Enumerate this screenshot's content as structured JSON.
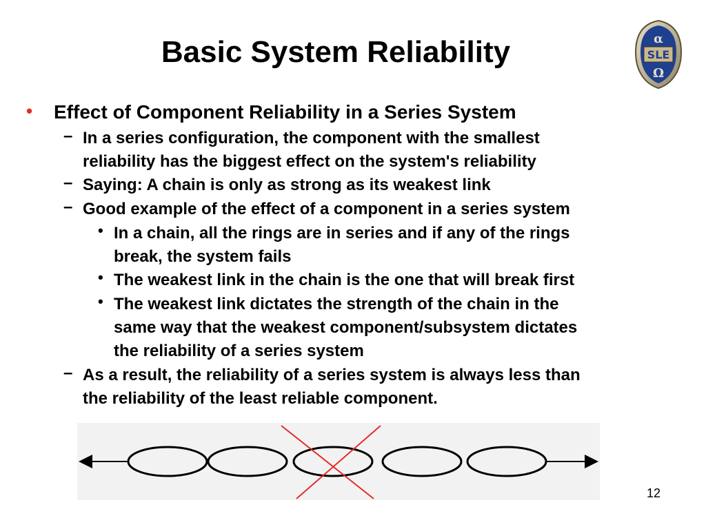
{
  "slide": {
    "title": "Basic System Reliability",
    "page_number": "12",
    "logo": {
      "icon": "sle-shield-logo",
      "colors": [
        "#1f3f8f",
        "#c9b98a",
        "#d9d9d9"
      ]
    }
  },
  "bullets": {
    "level1": "Effect of Component Reliability in a Series System",
    "sub1_line1": "In a series configuration, the component with the smallest",
    "sub1_line2": "reliability has the biggest effect on the system's reliability",
    "sub2": "Saying: A chain is only as strong as its weakest link",
    "sub3": "Good example of the effect of a component in a series system",
    "sub3a_line1": "In a chain, all the rings are in series and if any of the rings",
    "sub3a_line2": "break, the system fails",
    "sub3b": "The weakest link in the chain is the one that will break first",
    "sub3c_line1": "The weakest link dictates the strength of the chain in the",
    "sub3c_line2": "same way that the weakest component/subsystem dictates",
    "sub3c_line3": "the reliability of a series system",
    "sub4_line1": "As a result, the reliability of a series system is always less than",
    "sub4_line2": "the reliability of the least reliable component."
  },
  "figure": {
    "description_icon": "chain-links-icon",
    "link_count": 5,
    "broken_link_index": 3,
    "cross_color": "#e32b2b"
  }
}
